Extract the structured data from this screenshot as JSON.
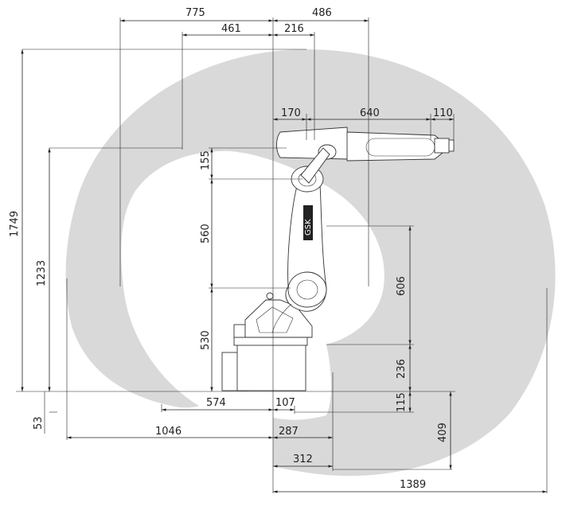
{
  "colors": {
    "envelope": "#d9d9d9",
    "line": "#222222",
    "robot_fill": "#ffffff",
    "logo": "#222222"
  },
  "logo_text": "GSK",
  "dimensions": {
    "top_775": "775",
    "top_486": "486",
    "top_461": "461",
    "top_216": "216",
    "arm_170": "170",
    "arm_640": "640",
    "arm_110": "110",
    "left_1749": "1749",
    "left_1233": "1233",
    "left_53": "53",
    "mid_155": "155",
    "mid_560": "560",
    "mid_530": "530",
    "right_606": "606",
    "right_236": "236",
    "right_115": "115",
    "right_409": "409",
    "bottom_574": "574",
    "bottom_107": "107",
    "bottom_1046": "1046",
    "bottom_287": "287",
    "bottom_312": "312",
    "bottom_1389": "1389"
  }
}
